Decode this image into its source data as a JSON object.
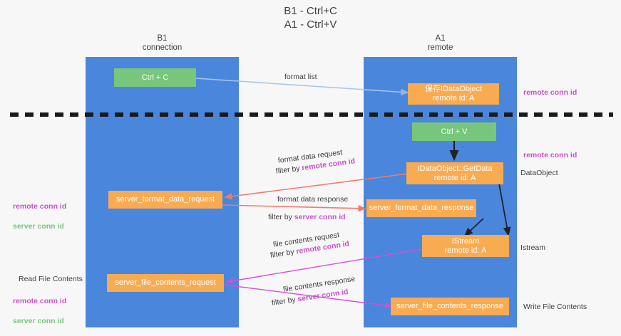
{
  "title": "B1 - Ctrl+C\nA1 - Ctrl+V",
  "columns": [
    {
      "name": "b1",
      "label": "B1\nconnection"
    },
    {
      "name": "a1",
      "label": "A1\nremote"
    }
  ],
  "nodes": {
    "ctrl_c": "Ctrl + C",
    "idataobject": "保存IDataObject\nremote id: A",
    "ctrl_v": "Ctrl + V",
    "getdata": "IDataObject::GetData\nremote id: A",
    "server_format_data_request": "server_format_data_request",
    "server_format_data_response": "server_format_data_response",
    "istream": "IStream\nremote id: A",
    "server_file_contents_request": "server_file_contents_request",
    "server_file_contents_response": "server_file_contents_response"
  },
  "edges": {
    "format_list": "format list",
    "format_data_request": "format data request",
    "format_data_request_filter_pre": "filter by ",
    "format_data_request_filter_key": "remote conn id",
    "format_data_response": "format data response",
    "format_data_response_filter_pre": "filter by ",
    "format_data_response_filter_key": "server conn id",
    "file_contents_request": "file contents request",
    "file_contents_request_filter_pre": "filter by ",
    "file_contents_request_filter_key": "remote conn id",
    "file_contents_response": "file contents response",
    "file_contents_response_filter_pre": "filter by ",
    "file_contents_response_filter_key": "server conn id"
  },
  "annotations": {
    "right_remote_conn_id_top": "remote conn id",
    "right_remote_conn_id_mid": "remote conn id",
    "right_dataobject": "DataObject",
    "right_istream": "Istream",
    "right_write_file_contents": "Write File Contents",
    "left_read_file_contents": "Read File Contents",
    "left_conn_ids_mid_1": "remote conn id",
    "left_conn_ids_mid_2": "server conn id",
    "left_conn_ids_bottom_1": "remote conn id",
    "left_conn_ids_bottom_2": "server conn id"
  },
  "colors": {
    "lane": "#4a86dc",
    "node_green": "#77c67c",
    "node_orange": "#f9ab52",
    "key_pink": "#c652c6",
    "key_green": "#77c67c",
    "arrow_blue": "#a7c7e7",
    "arrow_red": "#ef7b6f",
    "arrow_magenta": "#d64fd6",
    "arrow_black": "#222222",
    "divider": "#1a1a1a",
    "background": "#f7f7f7"
  }
}
